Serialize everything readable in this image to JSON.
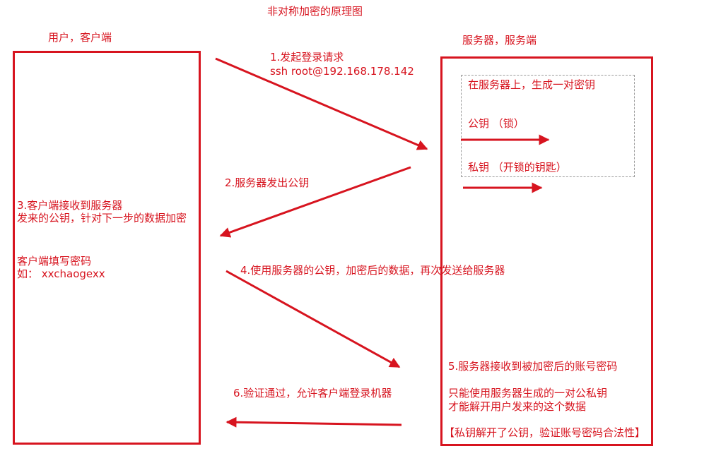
{
  "title": "非对称加密的原理图",
  "client": {
    "label": "用户，客户端",
    "step3_line1": "3.客户端接收到服务器",
    "step3_line2": "发来的公钥，针对下一步的数据加密",
    "fill_line1": "客户端填写密码",
    "fill_line2": "如：  xxchaogexx"
  },
  "server": {
    "label": "服务器，服务端",
    "keygen": "在服务器上，生成一对密钥",
    "public_key": "公钥  （锁）",
    "private_key": "私钥    （开锁的钥匙）",
    "step5_line1": "5.服务器接收到被加密后的账号密码",
    "step5_line2": "只能使用服务器生成的一对公私钥",
    "step5_line3": "才能解开用户发来的这个数据",
    "step5_note": "【私钥解开了公钥，验证账号密码合法性】"
  },
  "steps": {
    "step1_line1": "1.发起登录请求",
    "step1_line2": "ssh  root@192.168.178.142",
    "step2": "2.服务器发出公钥",
    "step4": "4.使用服务器的公钥，加密后的数据，再次发送给服务器",
    "step6": "6.验证通过，允许客户端登录机器"
  },
  "colors": {
    "accent": "#d7141f",
    "dashed_border": "#9a9a9a"
  }
}
